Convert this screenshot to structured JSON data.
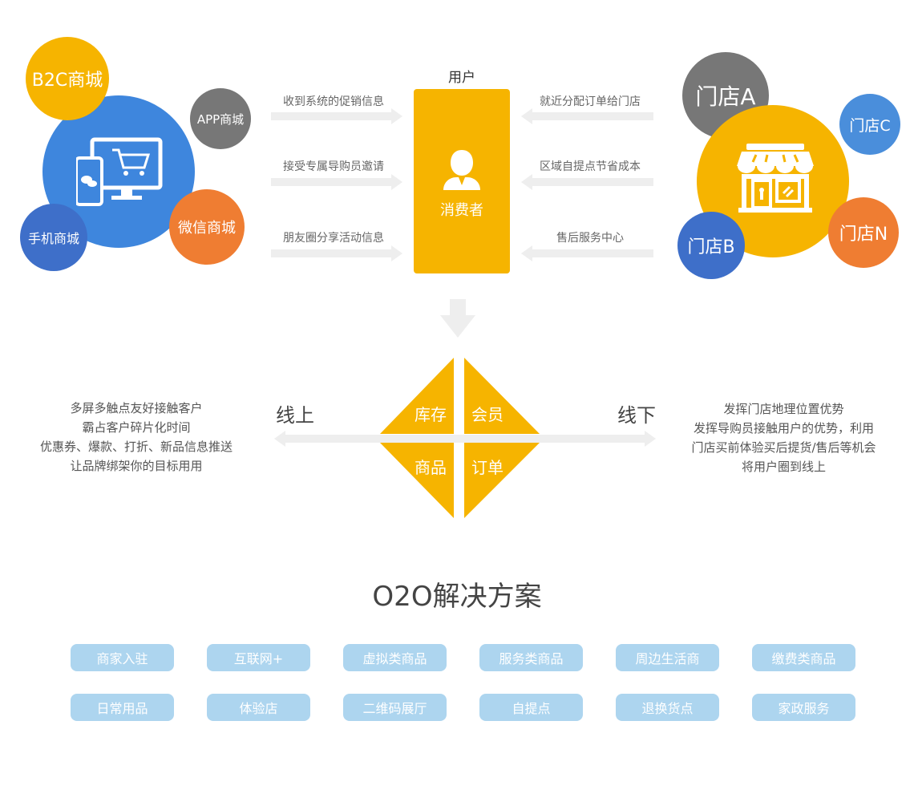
{
  "left_cluster": {
    "b2c": "B2C商城",
    "app": "APP商城",
    "mobile": "手机商城",
    "wechat": "微信商城"
  },
  "right_cluster": {
    "store_a": "门店A",
    "store_b": "门店B",
    "store_c": "门店C",
    "store_n": "门店N"
  },
  "consumer": {
    "top_label": "用户",
    "label": "消费者"
  },
  "left_arrows": [
    "收到系统的促销信息",
    "接受专属导购员邀请",
    "朋友圈分享活动信息"
  ],
  "right_arrows": [
    "就近分配订单给门店",
    "区域自提点节省成本",
    "售后服务中心"
  ],
  "online": {
    "label": "线上",
    "lines": [
      "多屏多触点友好接触客户",
      "霸占客户碎片化时间",
      "优惠券、爆款、打折、新品信息推送",
      "让品牌绑架你的目标用用"
    ]
  },
  "offline": {
    "label": "线下",
    "lines": [
      "发挥门店地理位置优势",
      "发挥导购员接触用户的优势，利用",
      "门店买前体验买后提货/售后等机会",
      "将用户圈到线上"
    ]
  },
  "diamond": {
    "top_left": "库存",
    "top_right": "会员",
    "bottom_left": "商品",
    "bottom_right": "订单"
  },
  "title": "O2O解决方案",
  "tags": [
    [
      "商家入驻",
      "互联网+",
      "虚拟类商品",
      "服务类商品",
      "周边生活商",
      "缴费类商品"
    ],
    [
      "日常用品",
      "体验店",
      "二维码展厅",
      "自提点",
      "退换货点",
      "家政服务"
    ]
  ],
  "colors": {
    "yellow": "#f6b400",
    "blue": "#3e86dd",
    "dark_blue": "#3e6fc9",
    "gray": "#777777",
    "orange": "#ef7d32",
    "tag_bg": "#add5ef"
  }
}
